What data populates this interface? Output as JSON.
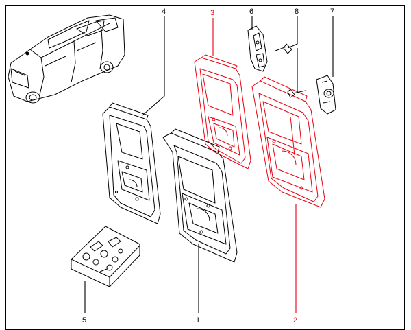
{
  "colors": {
    "ink": "#000000",
    "highlight": "#e8000f",
    "paper": "#ffffff"
  },
  "callouts": [
    {
      "id": "1",
      "label": "1",
      "highlight": false
    },
    {
      "id": "2",
      "label": "2",
      "highlight": true
    },
    {
      "id": "3",
      "label": "3",
      "highlight": true
    },
    {
      "id": "4",
      "label": "4",
      "highlight": false
    },
    {
      "id": "5",
      "label": "5",
      "highlight": false
    },
    {
      "id": "6",
      "label": "6",
      "highlight": false
    },
    {
      "id": "7",
      "label": "7",
      "highlight": false
    },
    {
      "id": "8",
      "label": "8",
      "highlight": false
    }
  ],
  "parts": [
    {
      "name": "vehicle-thumbnail",
      "highlight": false
    },
    {
      "name": "rear-door-left-panel",
      "callout": "4",
      "highlight": false
    },
    {
      "name": "rear-door-left-inner",
      "callout": "1",
      "highlight": false
    },
    {
      "name": "rear-door-right-frame",
      "callout": "3",
      "highlight": true
    },
    {
      "name": "rear-door-right-panel",
      "callout": "2",
      "highlight": true
    },
    {
      "name": "hinge-bracket",
      "callout": "6",
      "highlight": false
    },
    {
      "name": "hinge-assembly",
      "callout": "7",
      "highlight": false
    },
    {
      "name": "bolt",
      "callout": "8",
      "highlight": false
    },
    {
      "name": "hardware-kit-box",
      "callout": "5",
      "highlight": false
    }
  ]
}
